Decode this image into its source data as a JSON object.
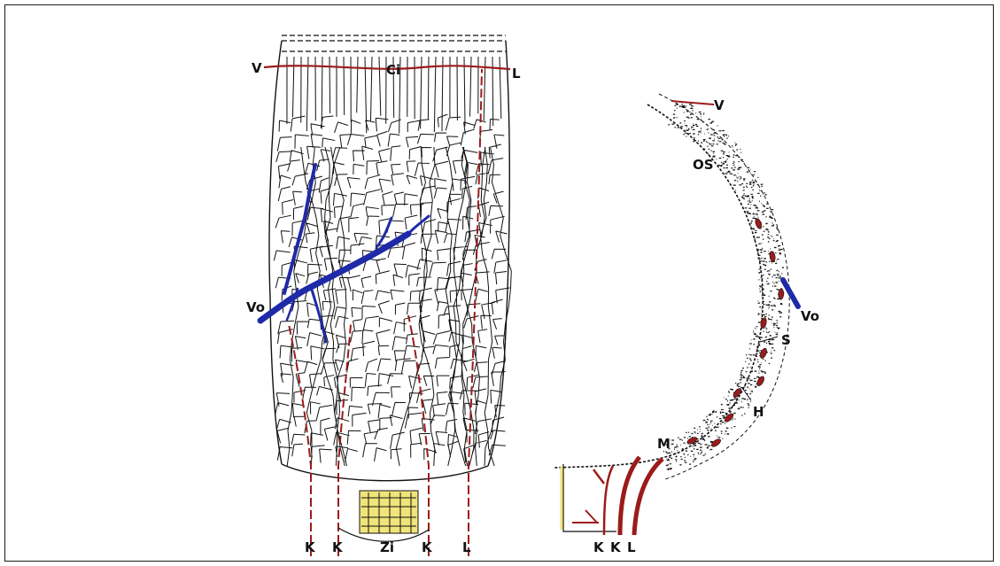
{
  "figure": {
    "left_panel": {
      "labels": {
        "v": "V",
        "ci": "Ci",
        "l": "L",
        "vo": "Vo",
        "k1": "K",
        "k2": "K",
        "zi": "Zi",
        "k3": "K",
        "l2": "L"
      }
    },
    "right_panel": {
      "labels": {
        "v": "V",
        "os": "OS",
        "vo": "Vo",
        "s": "S",
        "h": "H",
        "m": "M",
        "k1": "K",
        "k2": "K",
        "l": "L"
      }
    }
  },
  "colors": {
    "ink": "#111111",
    "artery": "#9b1b1b",
    "vein": "#1f2aa8",
    "zona": "#f0e47a"
  }
}
